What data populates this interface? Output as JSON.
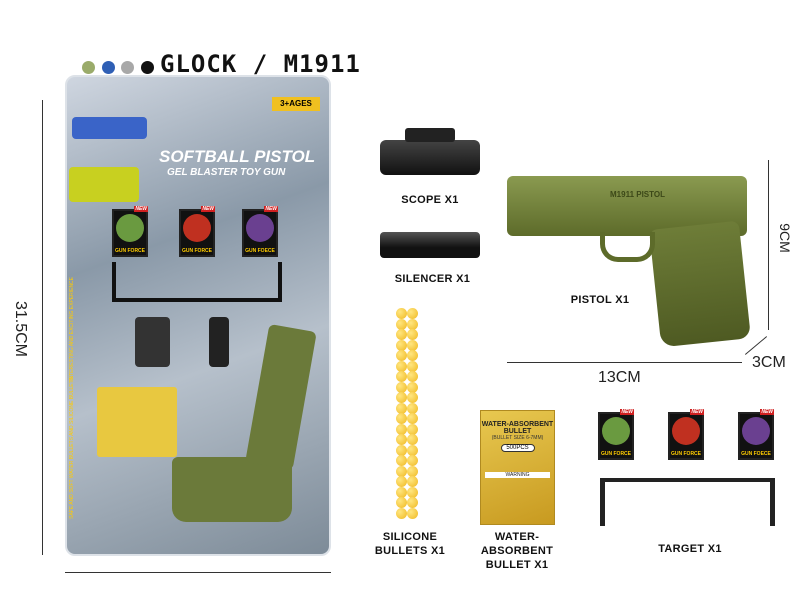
{
  "header": {
    "title": "GLOCK / M1911",
    "color_options": [
      "#9aab6a",
      "#2f5fb5",
      "#a8a8a8",
      "#111111"
    ]
  },
  "package": {
    "age_badge": "3+AGES",
    "title": "SOFTBALL PISTOL",
    "subtitle": "GEL BLASTER TOY GUN",
    "side_texts": [
      "INTERESTING AND EXCITING EXPERIENCE",
      "SAFE AND SOFT WATER BULLETS AND SILICONE BULLETS"
    ],
    "target_label": "GUN FORCE",
    "target_label_alt": "GUN FOECE"
  },
  "dimensions": {
    "package_height": "31.5CM",
    "pistol_length": "13CM",
    "pistol_height": "9CM",
    "pistol_width": "3CM"
  },
  "items": {
    "scope": "SCOPE X1",
    "silencer": "SILENCER X1",
    "pistol": "PISTOL X1",
    "pistol_engraving": "M1911 PISTOL",
    "silicone_bullets": [
      "SILICONE",
      "BULLETS X1"
    ],
    "water_bullet": [
      "WATER-ABSORBENT",
      "BULLET X1"
    ],
    "water_bag": {
      "title": "WATER-ABSORBENT BULLET",
      "size": "(BULLET SIZE 6-7MM)",
      "count": "500PCS",
      "warning": "WARNING"
    },
    "target": "TARGET X1",
    "new_badge": "NEW"
  }
}
